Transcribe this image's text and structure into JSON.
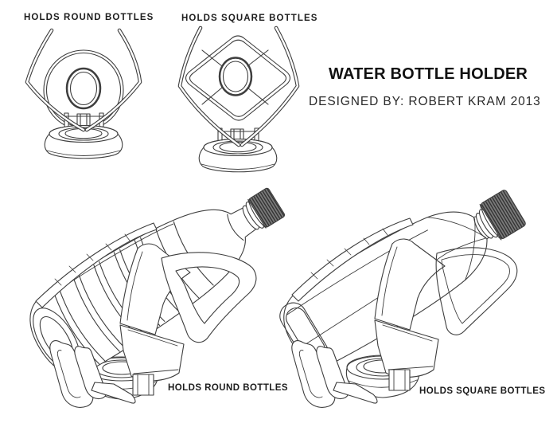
{
  "page": {
    "background": "#ffffff",
    "line_color": "#3e3e3e",
    "text_color": "#1d1d1d",
    "cap_fill": "#555555"
  },
  "title_block": {
    "title": "WATER BOTTLE HOLDER",
    "byline": "DESIGNED BY: ROBERT KRAM 2013"
  },
  "front_views": {
    "round": {
      "label": "HOLDS ROUND BOTTLES"
    },
    "square": {
      "label": "HOLDS SQUARE BOTTLES"
    }
  },
  "perspective_views": {
    "round": {
      "label": "HOLDS ROUND BOTTLES"
    },
    "square": {
      "label": "HOLDS SQUARE BOTTLES"
    }
  }
}
